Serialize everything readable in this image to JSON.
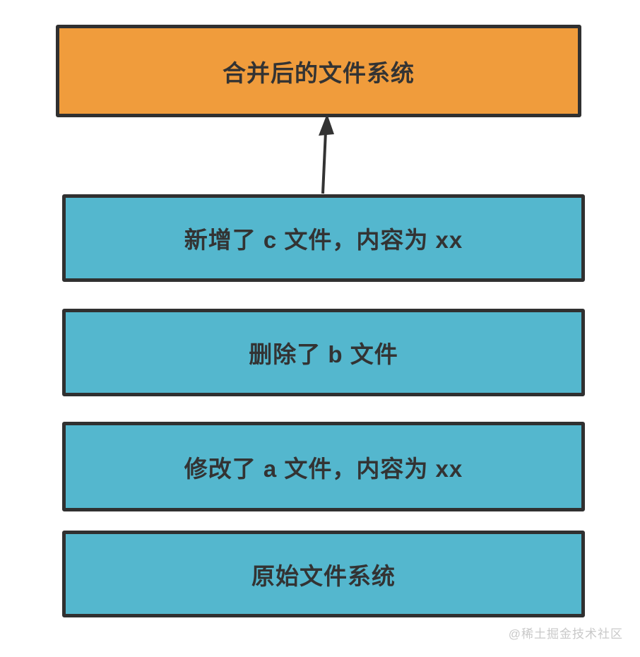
{
  "diagram": {
    "result_box": {
      "label": "合并后的文件系统"
    },
    "steps": [
      {
        "label": "新增了 c 文件，内容为 xx"
      },
      {
        "label": "删除了 b 文件"
      },
      {
        "label": "修改了 a 文件，内容为 xx"
      },
      {
        "label": "原始文件系统"
      }
    ],
    "arrow": {
      "direction": "up",
      "from": "新增了 c 文件，内容为 xx",
      "to": "合并后的文件系统"
    },
    "colors": {
      "result_fill": "#F09C3C",
      "step_fill": "#54B7CE",
      "border": "#303030",
      "text": "#333333",
      "watermark": "#C9C9C9"
    }
  },
  "watermark": {
    "text": "@稀土掘金技术社区"
  }
}
